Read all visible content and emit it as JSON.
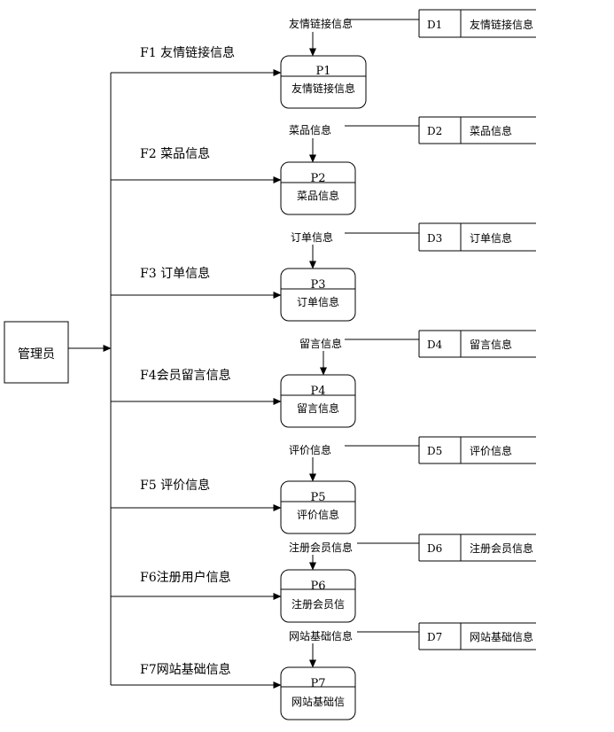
{
  "entity": {
    "label": "管理员"
  },
  "processes": [
    {
      "id": "P1",
      "name": "友情链接信息"
    },
    {
      "id": "P2",
      "name": "菜品信息"
    },
    {
      "id": "P3",
      "name": "订单信息"
    },
    {
      "id": "P4",
      "name": "留言信息"
    },
    {
      "id": "P5",
      "name": "评价信息"
    },
    {
      "id": "P6",
      "name": "注册会员信"
    },
    {
      "id": "P7",
      "name": "网站基础信"
    }
  ],
  "stores": [
    {
      "id": "D1",
      "name": "友情链接信息"
    },
    {
      "id": "D2",
      "name": "菜品信息"
    },
    {
      "id": "D3",
      "name": "订单信息"
    },
    {
      "id": "D4",
      "name": "留言信息"
    },
    {
      "id": "D5",
      "name": "评价信息"
    },
    {
      "id": "D6",
      "name": "注册会员信息"
    },
    {
      "id": "D7",
      "name": "网站基础信息"
    }
  ],
  "flows_in": [
    "F1 友情链接信息",
    "F2 菜品信息",
    "F3 订单信息",
    "F4会员留言信息",
    "F5 评价信息",
    "F6注册用户信息",
    "F7网站基础信息"
  ],
  "store_flows": [
    "友情链接信息",
    "菜品信息",
    "订单信息",
    "留言信息",
    "评价信息",
    "注册会员信息",
    "网站基础信息"
  ]
}
